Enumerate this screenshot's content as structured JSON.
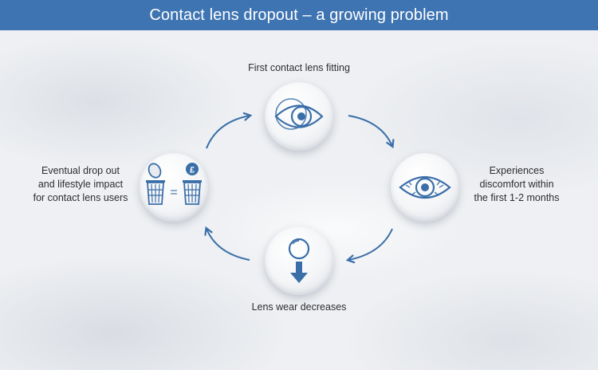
{
  "title": "Contact lens dropout – a growing problem",
  "steps": [
    {
      "label": "First contact lens fitting",
      "icon": "eye-with-lens-icon"
    },
    {
      "label_lines": [
        "Experiences",
        "discomfort within",
        "the first 1-2 months"
      ],
      "icon": "irritated-eye-icon"
    },
    {
      "label": "Lens wear decreases",
      "icon": "lens-decrease-arrow-icon"
    },
    {
      "label_lines": [
        "Eventual drop out",
        "and lifestyle impact",
        "for contact lens users"
      ],
      "icon": "bins-equal-cost-icon"
    }
  ],
  "currency_symbol": "£",
  "equals_symbol": "=",
  "colors": {
    "header": "#3e74b2",
    "icon": "#3a6ea8",
    "arrow": "#3a6ea8"
  }
}
